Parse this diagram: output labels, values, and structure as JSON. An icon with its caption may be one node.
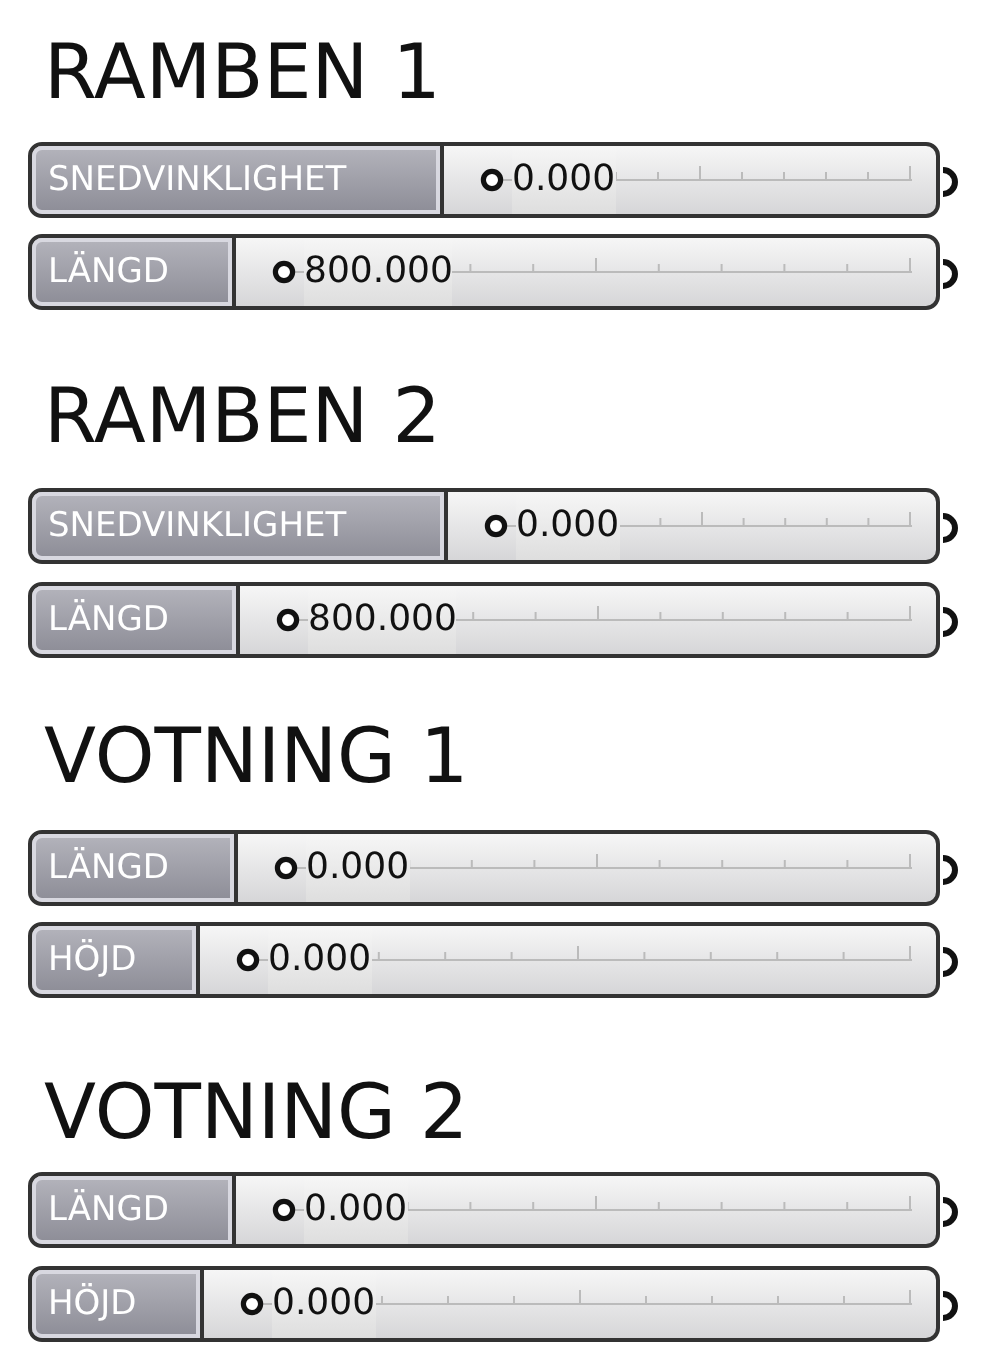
{
  "diagram": {
    "nodes": [
      {
        "text": [
          "SNEDVINKLIGHET",
          "0.000"
        ]
      },
      {
        "text": [
          "LÄNGD",
          "800.000"
        ]
      },
      {
        "text": [
          "SNEDVINKLIGHET",
          "0.000"
        ]
      },
      {
        "text": [
          "LÄNGD",
          "800.000"
        ]
      },
      {
        "text": [
          "LÄNGD",
          "0.000"
        ]
      },
      {
        "text": [
          "HÖJD",
          "0.000"
        ]
      },
      {
        "text": [
          "LÄNGD",
          "0.000"
        ]
      },
      {
        "text": [
          "HÖJD",
          "0.000"
        ]
      }
    ],
    "labels": [
      "RAMBEN 1",
      "RAMBEN 2",
      "VOTNING 1",
      "VOTNING 2"
    ]
  }
}
